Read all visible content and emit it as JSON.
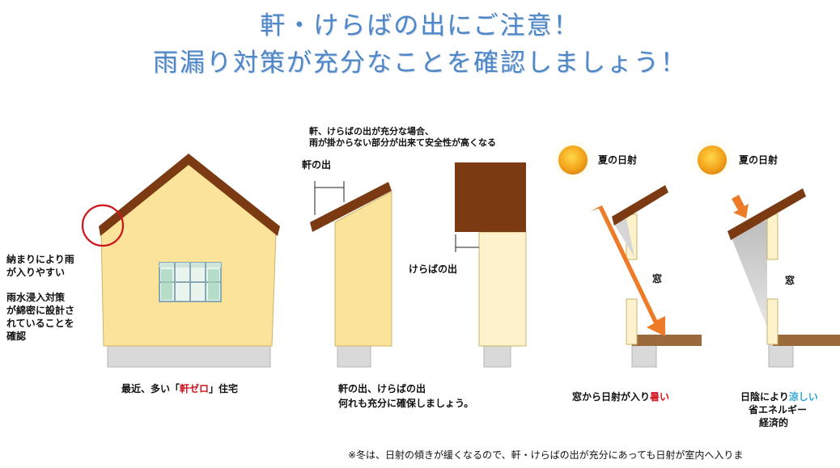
{
  "title": {
    "line1": "軒・けらばの出にご注意！",
    "line2": "雨漏り対策が充分なことを確認しましょう！"
  },
  "left": {
    "note1": "納まりにより雨",
    "note1b": "が入りやすい",
    "note2": "雨水浸入対策",
    "note2b": "が綿密に設計さ",
    "note2c": "れていることを",
    "note2d": "確認",
    "caption_pre": "最近、多い「",
    "caption_red": "軒ゼロ",
    "caption_post": "」住宅"
  },
  "middle": {
    "header1": "軒、けらばの出が充分な場合、",
    "header2": "雨が掛からない部分が出来て安全性が高くなる",
    "eave_label": "軒の出",
    "verge_label": "けらばの出",
    "caption1": "軒の出、けらばの出",
    "caption2": "何れも充分に確保しましょう。"
  },
  "sun_left": {
    "label": "夏の日射",
    "window": "窓",
    "caption_pre": "窓から日射が入り",
    "caption_red": "暑い"
  },
  "sun_right": {
    "label": "夏の日射",
    "window": "窓",
    "caption_pre": "日陰により",
    "caption_cyan": "涼しい",
    "caption2": "省エネルギー",
    "caption3": "経済的"
  },
  "footnote": "※冬は、日射の傾きが緩くなるので、軒・けらばの出が充分にあっても日射が室内へ入りま",
  "colors": {
    "wall": "#fbe49a",
    "wall_light": "#fdf2cc",
    "roof": "#7b3a12",
    "foundation": "#d9d9d9",
    "arrow": "#ee7b28",
    "title": "#4f86c6",
    "accent_red": "#d0121b",
    "accent_cyan": "#2aa7d4"
  }
}
